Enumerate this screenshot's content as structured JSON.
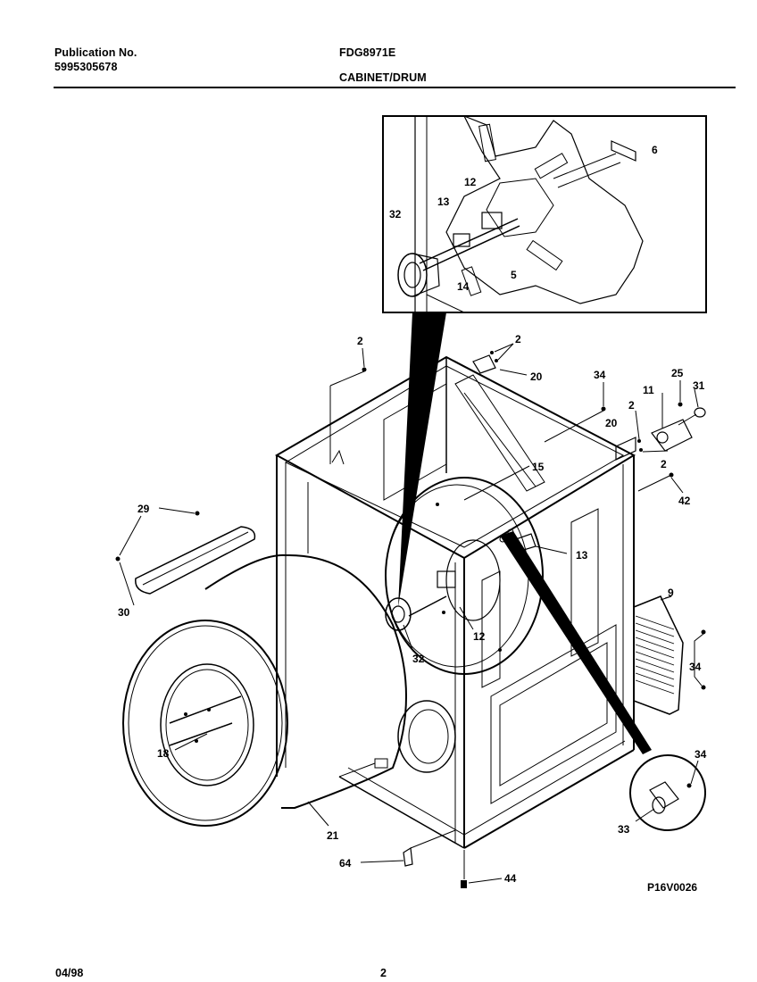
{
  "header": {
    "publication_label": "Publication No.",
    "publication_number": "5995305678",
    "model": "FDG8971E",
    "section": "CABINET/DRUM"
  },
  "diagram": {
    "code": "P16V0026",
    "callouts": [
      "6",
      "12",
      "13",
      "32",
      "5",
      "14",
      "2",
      "2",
      "20",
      "34",
      "25",
      "31",
      "11",
      "20",
      "2",
      "2",
      "42",
      "15",
      "13",
      "29",
      "30",
      "9",
      "12",
      "32",
      "34",
      "18",
      "21",
      "34",
      "33",
      "64",
      "44"
    ]
  },
  "footer": {
    "date": "04/98",
    "page": "2"
  }
}
